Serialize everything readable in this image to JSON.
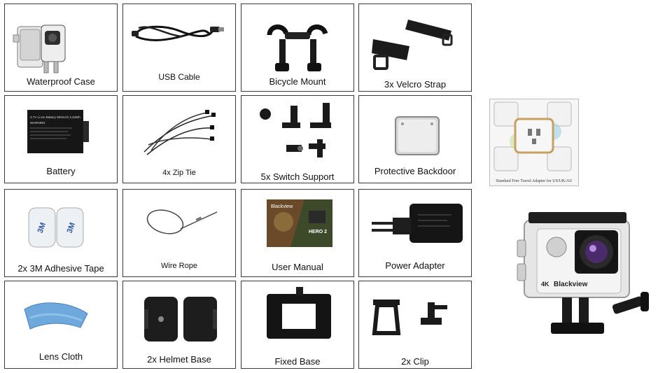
{
  "items": [
    {
      "label": "Waterproof Case"
    },
    {
      "label": "USB Cable"
    },
    {
      "label": "Bicycle Mount"
    },
    {
      "label": "3x Velcro Strap"
    },
    {
      "label": "Battery"
    },
    {
      "label": "4x Zip Tie"
    },
    {
      "label": "5x Switch Support"
    },
    {
      "label": "Protective Backdoor"
    },
    {
      "label": "2x 3M Adhesive Tape"
    },
    {
      "label": "Wire Rope"
    },
    {
      "label": "User Manual"
    },
    {
      "label": "Power Adapter"
    },
    {
      "label": "Lens Cloth"
    },
    {
      "label": "2x Helmet Base"
    },
    {
      "label": "Fixed Base"
    },
    {
      "label": "2x Clip"
    }
  ],
  "adapter": {
    "caption": "Standard Free Travel Adapter for US/UK/AU"
  },
  "battery_text": {
    "line1": "3.7V Li-ion Battery 900mAh 3.33Wh",
    "line2": "WARNING"
  },
  "manual_text": {
    "brand": "Blackview",
    "model": "HERO 2"
  },
  "camera_text": {
    "badge": "4K",
    "brand": "Blackview"
  },
  "tape_text": {
    "mark": "3M"
  }
}
